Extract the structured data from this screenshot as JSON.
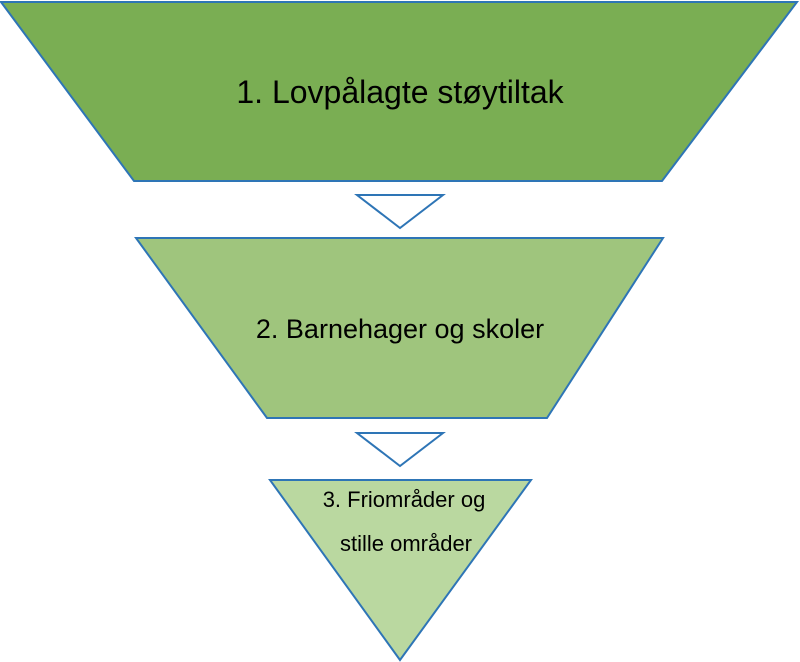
{
  "diagram": {
    "levels": [
      {
        "number": "1.",
        "lines": [
          "1. Lovpålagte støytiltak"
        ],
        "fill": "#7aae53",
        "stroke": "#2e75b6"
      },
      {
        "number": "2.",
        "lines": [
          "2. Barnehager og skoler"
        ],
        "fill": "#9fc57d",
        "stroke": "#2e75b6"
      },
      {
        "number": "3.",
        "lines": [
          "3. Friområder og",
          "stille områder"
        ],
        "fill": "#bad8a0",
        "stroke": "#2e75b6"
      }
    ],
    "arrows": {
      "fill": "#ffffff",
      "stroke": "#2e75b6",
      "shape": "down-pointing-triangle"
    }
  }
}
